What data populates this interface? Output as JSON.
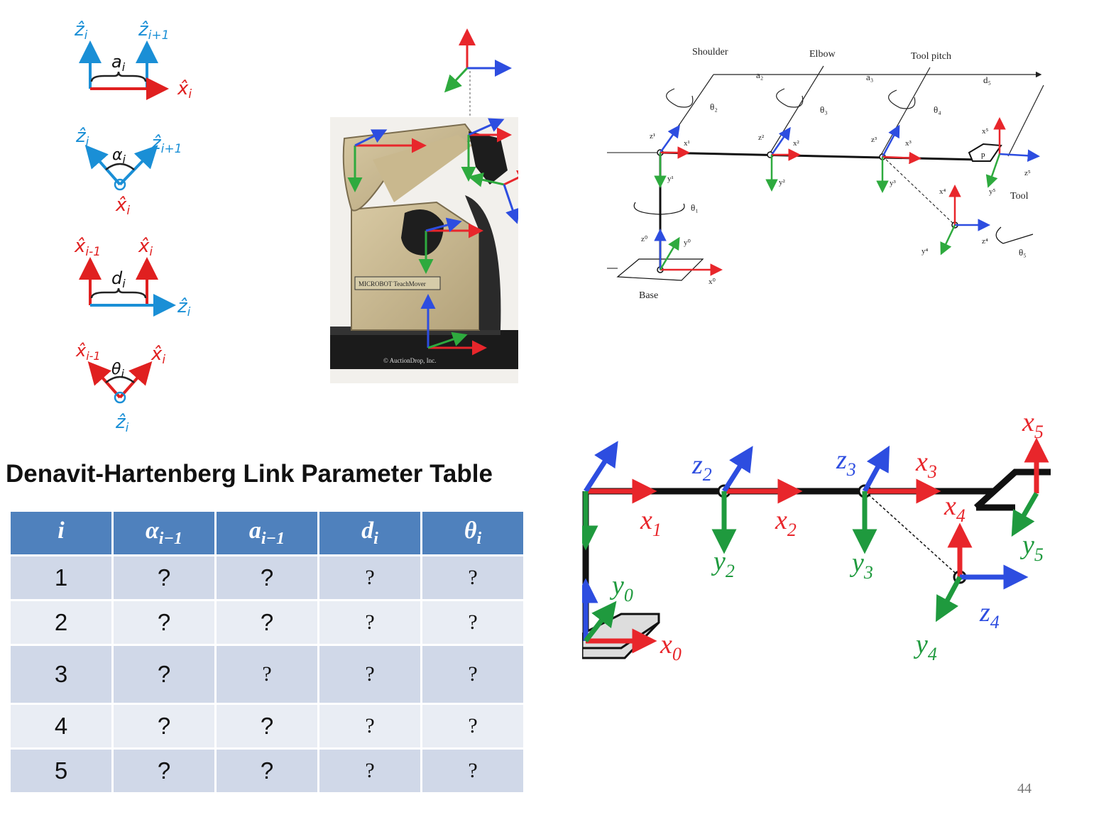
{
  "params": {
    "a": {
      "top_i": "ẑ",
      "top_i_sub": "i",
      "top_next": "ẑ",
      "top_next_sub": "i+1",
      "label": "a",
      "label_sub": "i",
      "bottom": "x̂",
      "bottom_sub": "i"
    },
    "alpha": {
      "left": "ẑ",
      "left_sub": "i",
      "right": "ẑ",
      "right_sub": "i+1",
      "label": "α",
      "label_sub": "i",
      "bottom": "x̂",
      "bottom_sub": "i"
    },
    "d": {
      "left": "x̂",
      "left_sub": "i-1",
      "right": "x̂",
      "right_sub": "i",
      "label": "d",
      "label_sub": "i",
      "axis": "ẑ",
      "axis_sub": "i"
    },
    "theta": {
      "left": "x̂",
      "left_sub": "i-1",
      "right": "x̂",
      "right_sub": "i",
      "label": "θ",
      "label_sub": "i",
      "bottom": "ẑ",
      "bottom_sub": "i"
    }
  },
  "photo": {
    "brand": "MICROBOT TeachMover",
    "credit": "© AuctionDrop, Inc."
  },
  "schematic": {
    "shoulder": "Shoulder",
    "elbow": "Elbow",
    "tool_pitch": "Tool pitch",
    "a2": "a₂",
    "a3": "a₃",
    "d5": "d₅",
    "theta1": "θ₁",
    "theta2": "θ₂",
    "theta3": "θ₃",
    "theta4": "θ₄",
    "theta5": "θ₅",
    "base": "Base",
    "tool": "Tool",
    "p": "p",
    "z0": "z⁰",
    "y0": "y⁰",
    "x0": "x⁰",
    "z1": "z¹",
    "y1": "y¹",
    "x1": "x¹",
    "z2": "z²",
    "y2": "y²",
    "x2": "x²",
    "z3": "z³",
    "y3": "y³",
    "x3": "x³",
    "x4": "x⁴",
    "y4": "y⁴",
    "z4": "z⁴",
    "x5": "x⁵",
    "y5": "y⁵",
    "z5": "z⁵"
  },
  "frames": {
    "x0": "x",
    "x0_sub": "0",
    "y0": "y",
    "y0_sub": "0",
    "x1": "x",
    "x1_sub": "1",
    "z2": "z",
    "z2_sub": "2",
    "x2": "x",
    "x2_sub": "2",
    "y2": "y",
    "y2_sub": "2",
    "z3": "z",
    "z3_sub": "3",
    "x3": "x",
    "x3_sub": "3",
    "y3": "y",
    "y3_sub": "3",
    "x4": "x",
    "x4_sub": "4",
    "y4": "y",
    "y4_sub": "4",
    "z4": "z",
    "z4_sub": "4",
    "x5": "x",
    "x5_sub": "5",
    "y5": "y",
    "y5_sub": "5"
  },
  "table": {
    "title": "Denavit-Hartenberg Link Parameter Table",
    "headers": [
      {
        "base": "i",
        "sub": ""
      },
      {
        "base": "α",
        "sub": "i−1"
      },
      {
        "base": "a",
        "sub": "i−1"
      },
      {
        "base": "d",
        "sub": "i"
      },
      {
        "base": "θ",
        "sub": "i"
      }
    ],
    "rows": [
      [
        "1",
        "?",
        "?",
        "?",
        "?"
      ],
      [
        "2",
        "?",
        "?",
        "?",
        "?"
      ],
      [
        "3",
        "?",
        "?",
        "?",
        "?"
      ],
      [
        "4",
        "?",
        "?",
        "?",
        "?"
      ],
      [
        "5",
        "?",
        "?",
        "?",
        "?"
      ]
    ]
  },
  "page_number": "44",
  "colors": {
    "x_axis": "#e8262b",
    "z_axis": "#2d4de0",
    "y_axis": "#2eaa3e",
    "hand_blue": "#1a8fd6",
    "hand_red": "#e02020",
    "header_blue": "#4f81bd"
  }
}
